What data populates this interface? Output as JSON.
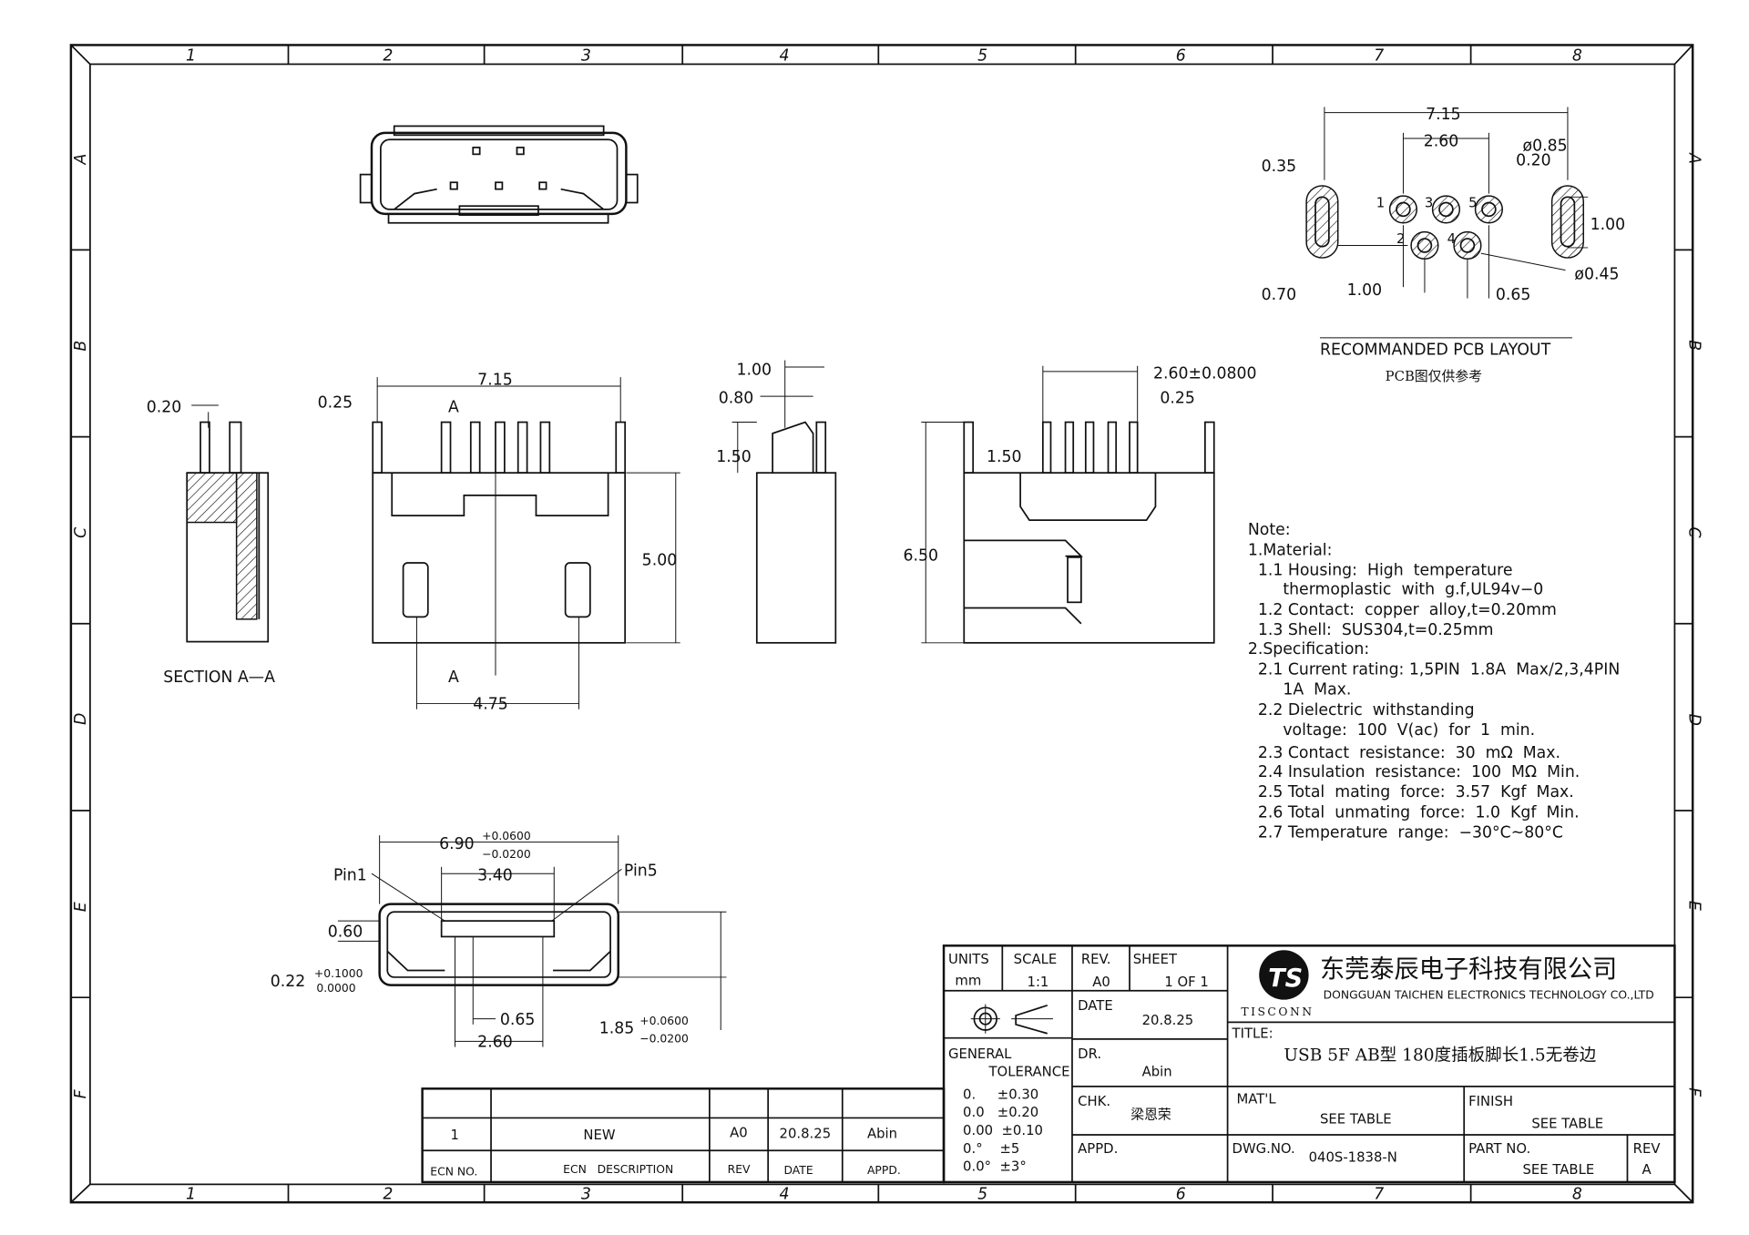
{
  "frame": {
    "columns": [
      "1",
      "2",
      "3",
      "4",
      "5",
      "6",
      "7",
      "8"
    ],
    "rows": [
      "A",
      "B",
      "C",
      "D",
      "E",
      "F"
    ]
  },
  "pcb_layout": {
    "title": "RECOMMANDED PCB LAYOUT",
    "subtitle": "PCB图仅供参考",
    "dims": [
      "7.15",
      "2.60",
      "ø0.85",
      "0.20",
      "0.35",
      "1.00",
      "0.70",
      "1.00",
      "0.65",
      "ø0.45"
    ],
    "pins": [
      "1",
      "2",
      "3",
      "4",
      "5"
    ]
  },
  "front_view": {
    "dims": [
      "7.15",
      "0.25",
      "5.00",
      "4.75"
    ],
    "section_marks": [
      "A",
      "A"
    ]
  },
  "section_view": {
    "label": "SECTION A—A",
    "dims": [
      "0.20"
    ]
  },
  "side_view": {
    "dims": [
      "1.00",
      "0.80",
      "1.50"
    ]
  },
  "rear_view": {
    "dims": [
      "2.60±0.0800",
      "0.25",
      "1.50",
      "6.50"
    ]
  },
  "bottom_view": {
    "dims": [
      "6.90",
      "+0.0600",
      "−0.0200",
      "3.40",
      "0.60",
      "0.22",
      "+0.1000",
      "0.0000",
      "0.65",
      "2.60",
      "1.85",
      "+0.0600",
      "−0.0200"
    ],
    "pin_labels": [
      "Pin1",
      "Pin5"
    ]
  },
  "notes": [
    "Note:",
    "1.Material:",
    "  1.1 Housing:  High  temperature",
    "       thermoplastic  with  g.f,UL94v−0",
    "  1.2 Contact:  copper  alloy,t=0.20mm",
    "  1.3 Shell:  SUS304,t=0.25mm",
    "2.Specification:",
    "  2.1 Current rating: 1,5PIN  1.8A  Max/2,3,4PIN",
    "       1A  Max.",
    "  2.2 Dielectric  withstanding",
    "       voltage:  100  V(ac)  for  1  min.",
    "  2.3 Contact  resistance:  30  mΩ  Max.",
    "  2.4 Insulation  resistance:  100  MΩ  Min.",
    "  2.5 Total  mating  force:  3.57  Kgf  Max.",
    "  2.6 Total  unmating  force:  1.0  Kgf  Min.",
    "  2.7 Temperature  range:  −30°C~80°C"
  ],
  "ecn_table": {
    "row": {
      "no": "1",
      "desc": "NEW",
      "rev": "A0",
      "date": "20.8.25",
      "appd": "Abin"
    },
    "headers": {
      "no": "ECN NO.",
      "desc": "ECN   DESCRIPTION",
      "rev": "REV",
      "date": "DATE",
      "appd": "APPD."
    }
  },
  "title_block": {
    "units_label": "UNITS",
    "units": "mm",
    "scale_label": "SCALE",
    "scale": "1:1",
    "rev_label": "REV.",
    "rev": "A0",
    "sheet_label": "SHEET",
    "sheet": "1 OF 1",
    "date_label": "DATE",
    "date": "20.8.25",
    "dr_label": "DR.",
    "dr": "Abin",
    "chk_label": "CHK.",
    "chk": "梁恩荣",
    "appd_label": "APPD.",
    "tolerance_label_1": "GENERAL",
    "tolerance_label_2": "TOLERANCE",
    "tolerances": [
      "0.     ±0.30",
      "0.0   ±0.20",
      "0.00  ±0.10",
      "0.°    ±5",
      "0.0°  ±3°"
    ],
    "company_cn": "东莞泰辰电子科技有限公司",
    "company_en": "DONGGUAN TAICHEN ELECTRONICS TECHNOLOGY CO.,LTD",
    "logo_text": "TISCONN",
    "title_label": "TITLE:",
    "title": "USB 5F AB型 180度插板脚长1.5无卷边",
    "matl_label": "MAT'L",
    "matl": "SEE TABLE",
    "finish_label": "FINISH",
    "finish": "SEE TABLE",
    "dwg_label": "DWG.NO.",
    "dwg": "040S-1838-N",
    "part_label": "PART NO.",
    "part": "SEE TABLE",
    "rev2_label": "REV",
    "rev2": "A"
  }
}
